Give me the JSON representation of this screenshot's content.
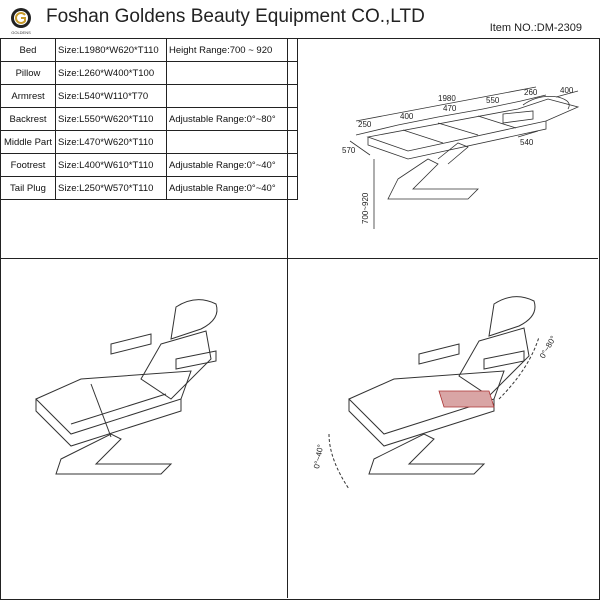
{
  "header": {
    "company": "Foshan Goldens Beauty Equipment CO.,LTD",
    "item_no": "Item NO.:DM-2309",
    "logo_text": "GOLDENS"
  },
  "specs": [
    {
      "part": "Bed",
      "size": "Size:L1980*W620*T110",
      "extra": "Height Range:700 ~ 920"
    },
    {
      "part": "Pillow",
      "size": "Size:L260*W400*T100",
      "extra": ""
    },
    {
      "part": "Armrest",
      "size": "Size:L540*W110*T70",
      "extra": ""
    },
    {
      "part": "Backrest",
      "size": "Size:L550*W620*T110",
      "extra": "Adjustable Range:0°~80°"
    },
    {
      "part": "Middle Part",
      "size": "Size:L470*W620*T110",
      "extra": ""
    },
    {
      "part": "Footrest",
      "size": "Size:L400*W610*T110",
      "extra": "Adjustable Range:0°~40°"
    },
    {
      "part": "Tail Plug",
      "size": "Size:L250*W570*T110",
      "extra": "Adjustable Range:0°~40°"
    }
  ],
  "dimensions": {
    "total_length": "1980",
    "d250": "250",
    "d400": "400",
    "d470": "470",
    "d550": "550",
    "d260": "260",
    "pillow_width": "400",
    "width": "570",
    "armrest": "540",
    "height": "700~920"
  },
  "angles": {
    "back": "0°~80°",
    "foot": "0°~40°"
  }
}
